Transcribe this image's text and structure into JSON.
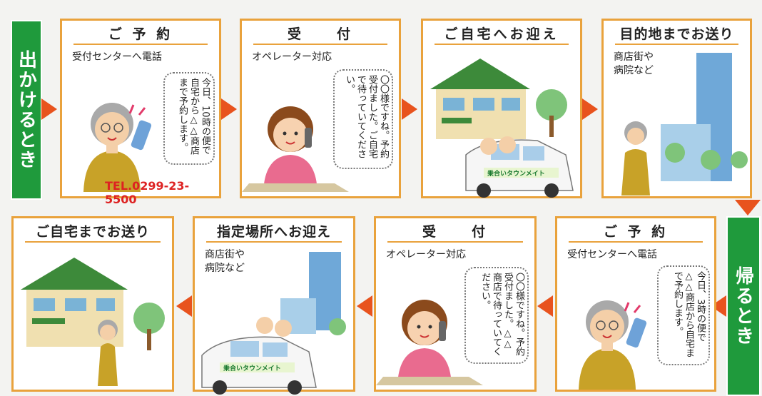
{
  "side_labels": {
    "going": "出かけるとき",
    "return": "帰るとき"
  },
  "row1": [
    {
      "title": "ご 予 約",
      "sub": "受付センターへ電話",
      "bubble": "今日、10時の便で自宅から△△商店まで予約します。",
      "tel": "TEL.0299-23-5500"
    },
    {
      "title": "受　　付",
      "sub": "オペレーター対応",
      "bubble": "〇〇様ですね。予約受付ました。ご自宅で待っていてください。"
    },
    {
      "title": "ご自宅へお迎え"
    },
    {
      "title": "目的地までお送り",
      "sub_lines": [
        "商店街や",
        "病院など"
      ]
    }
  ],
  "row2": [
    {
      "title": "ご自宅までお送り"
    },
    {
      "title": "指定場所へお迎え",
      "sub_lines": [
        "商店街や",
        "病院など"
      ]
    },
    {
      "title": "受　　付",
      "sub": "オペレーター対応",
      "bubble": "〇〇様ですね。予約受付ました。△△商店で待っていてください。"
    },
    {
      "title": "ご 予 約",
      "sub": "受付センターへ電話",
      "bubble": "今日、3時の便で△△商店から自宅まで予約します。"
    }
  ],
  "van_label": "乗合いタウンメイト",
  "colors": {
    "green": "#1f9a3c",
    "orange_border": "#e9a23c",
    "arrow": "#e8531e",
    "tel": "#dd2222"
  }
}
